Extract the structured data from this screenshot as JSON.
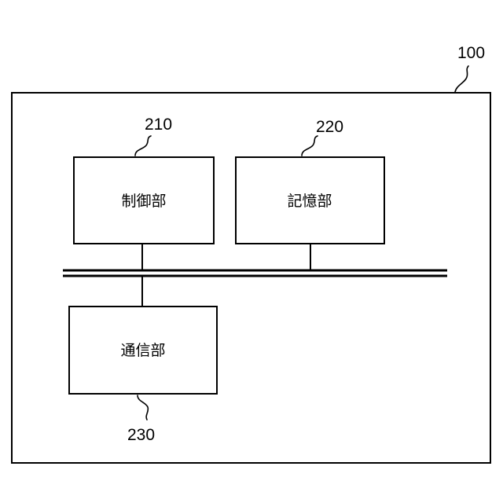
{
  "device": {
    "ref": "100"
  },
  "blocks": [
    {
      "id": "control",
      "ref": "210",
      "label": "制御部"
    },
    {
      "id": "storage",
      "ref": "220",
      "label": "記憶部"
    },
    {
      "id": "communication",
      "ref": "230",
      "label": "通信部"
    }
  ],
  "colors": {
    "stroke": "#000000",
    "background": "#ffffff"
  }
}
